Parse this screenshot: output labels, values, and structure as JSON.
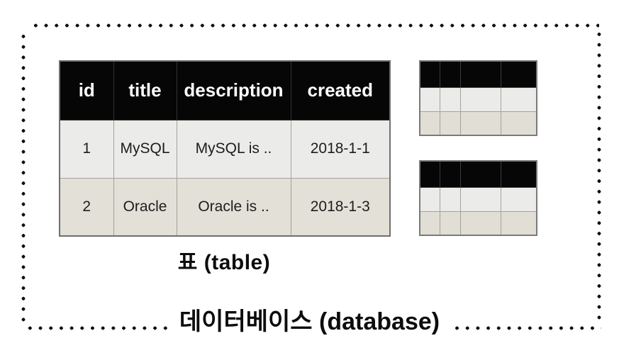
{
  "diagram": {
    "table_caption": "표 (table)",
    "database_caption": "데이터베이스 (database)"
  },
  "main_table": {
    "columns": [
      "id",
      "title",
      "description",
      "created"
    ],
    "rows": [
      [
        "1",
        "MySQL",
        "MySQL is ..",
        "2018-1-1"
      ],
      [
        "2",
        "Oracle",
        "Oracle is ..",
        "2018-1-3"
      ]
    ]
  },
  "mini_tables": {
    "count": 2,
    "columns": 4,
    "body_rows": 2
  },
  "colors": {
    "background": "#ffffff",
    "header_bg": "#060606",
    "header_text": "#ffffff",
    "row_odd_bg": "#ebebe9",
    "row_even_bg": "#e3e0d7",
    "cell_border": "#a3a29b",
    "outer_border": "#6f6f6f",
    "boundary_dot": "#101010",
    "caption_text": "#0d0d0d"
  }
}
